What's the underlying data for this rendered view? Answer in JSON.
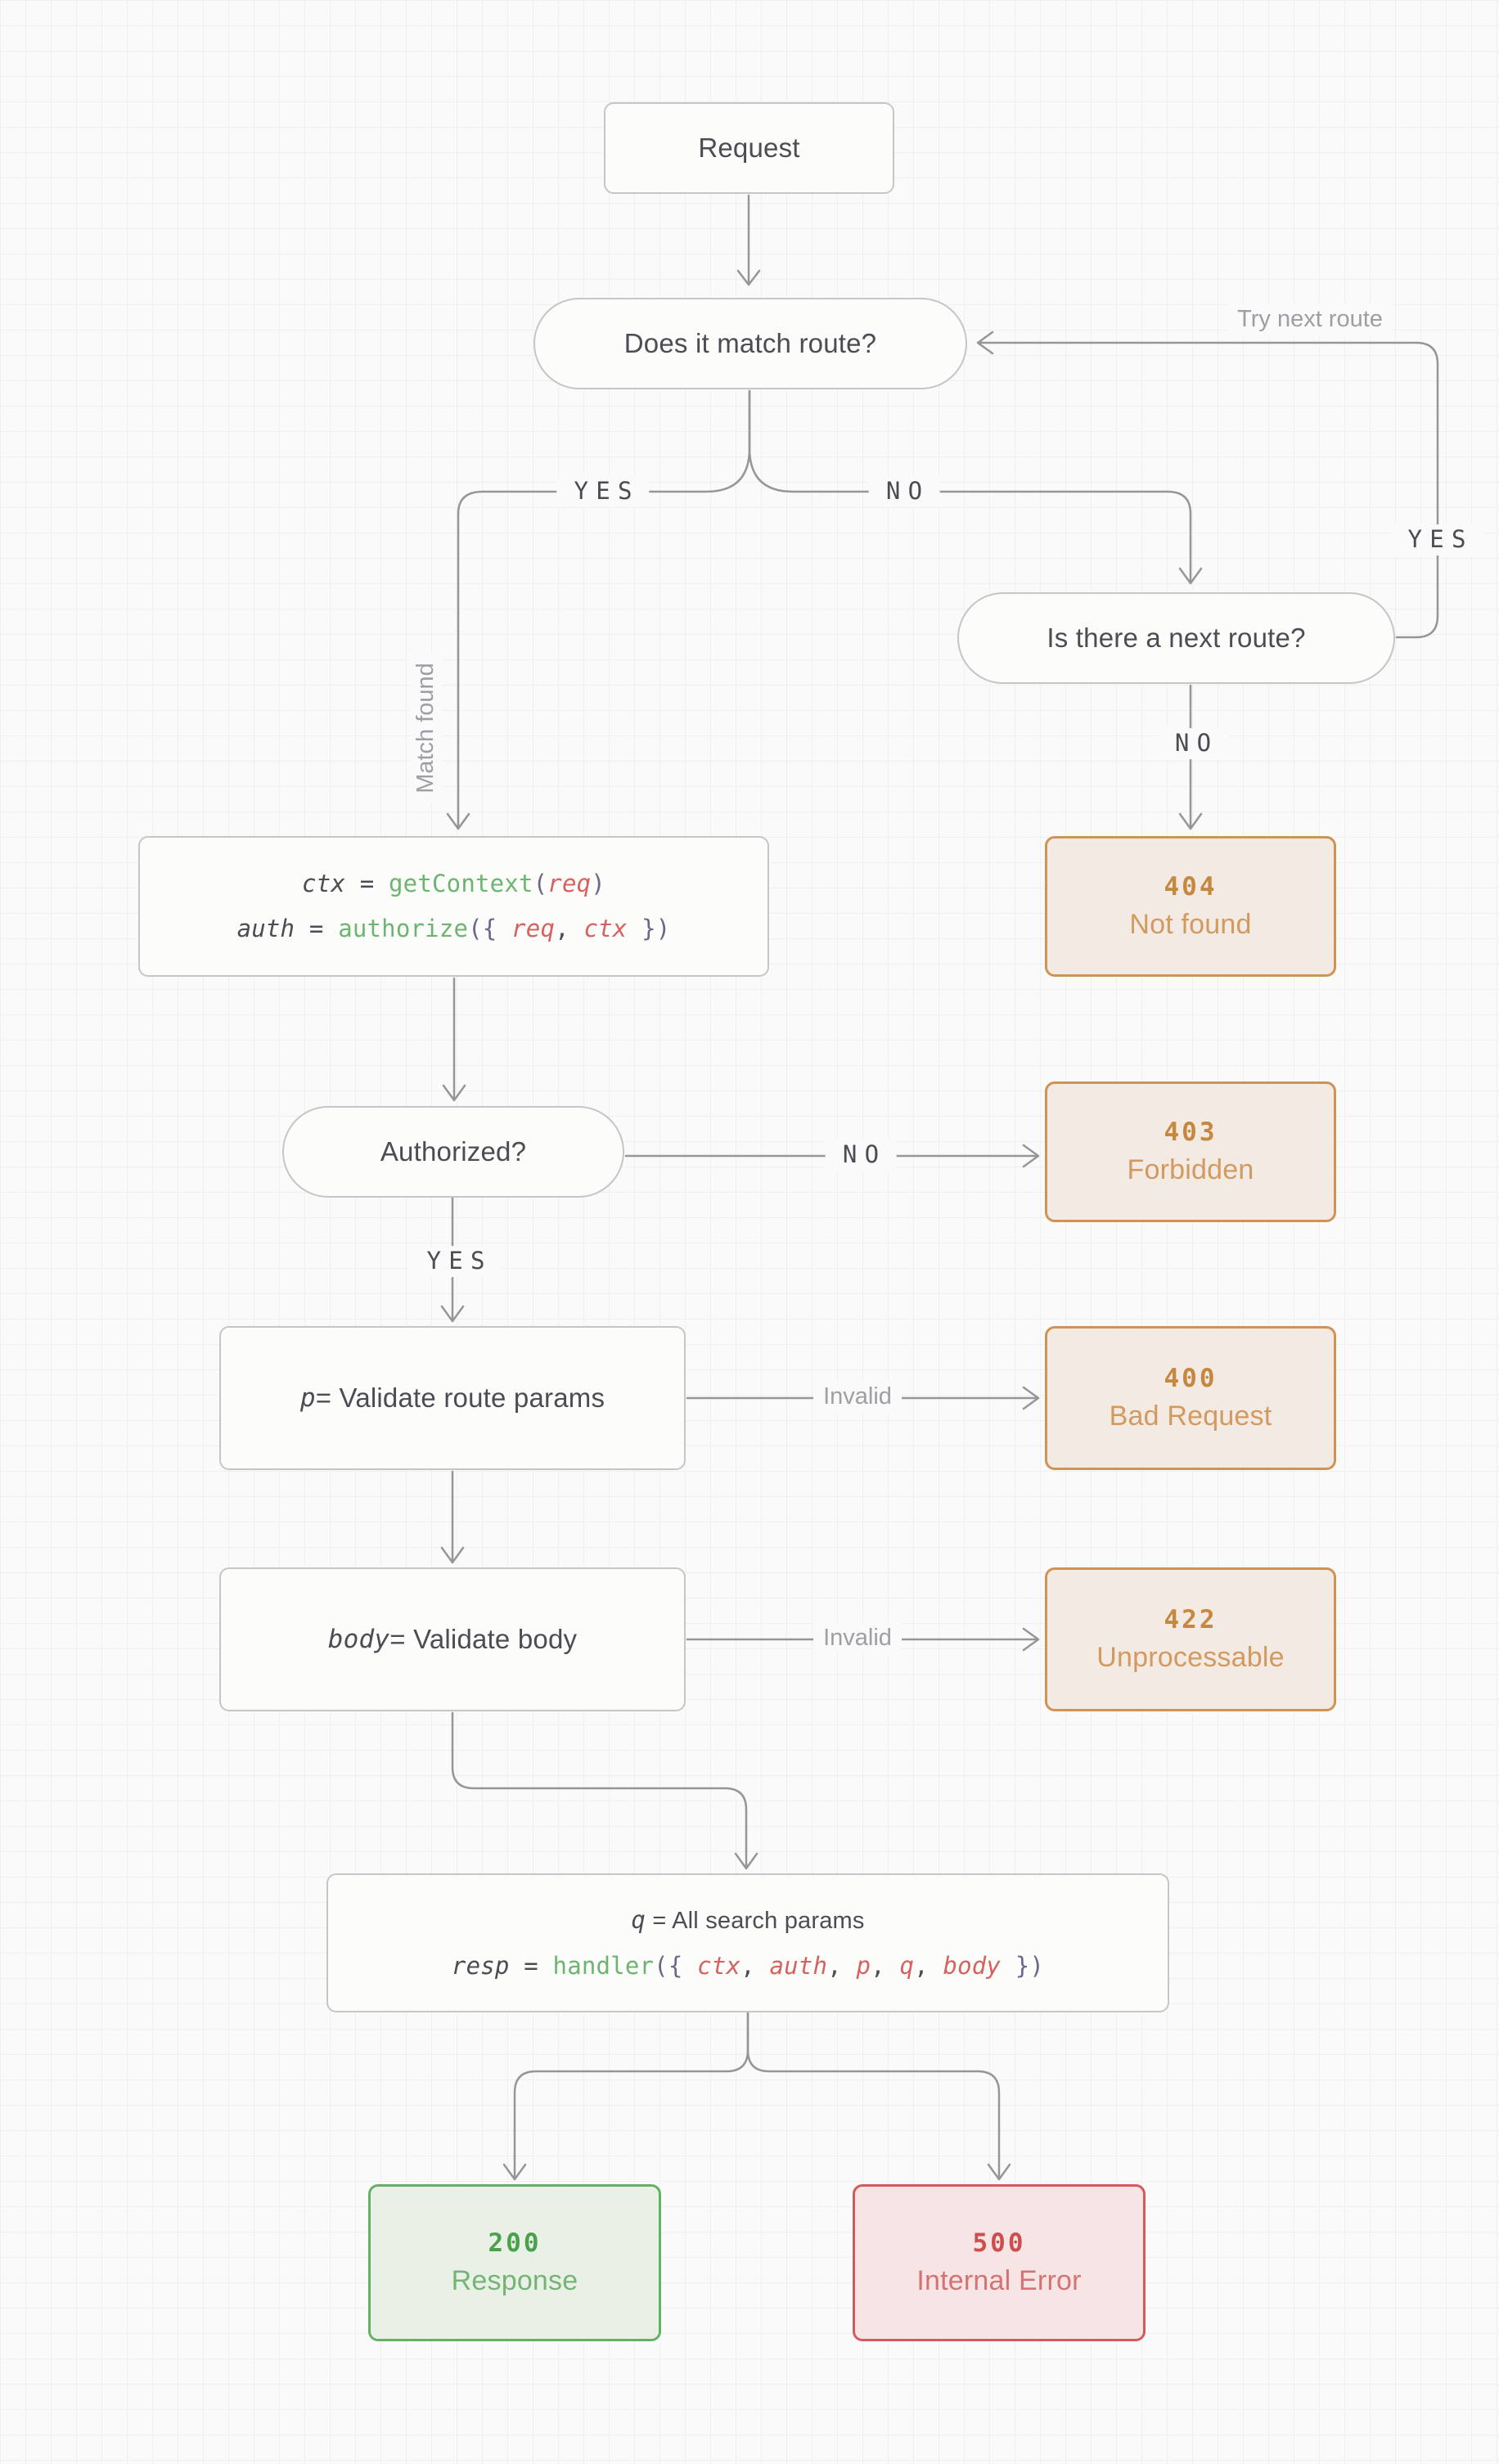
{
  "colors": {
    "background": "#fafafa",
    "grid_line": "#f0f0f2",
    "connector": "#96969a",
    "node_border": "#c6c6c8",
    "node_text": "#4c4c54",
    "code_function_green": "#6db471",
    "code_argument_red": "#d5625f",
    "code_punctuation_purple": "#68688a",
    "status_orange_border": "#cf9356",
    "status_orange_fill": "#f3eae4",
    "status_green_border": "#65b163",
    "status_green_fill": "#e9f1e6",
    "status_red_border": "#d45b5b",
    "status_red_fill": "#f7e5e5",
    "edge_label_gray": "#9e9ea4"
  },
  "nodes": {
    "request": {
      "label": "Request"
    },
    "match_route": {
      "label": "Does it match route?"
    },
    "next_route": {
      "label": "Is there a next route?"
    },
    "context": {
      "line1": [
        {
          "t": "ctx",
          "c": "tk-var"
        },
        {
          "t": " = ",
          "c": "tk-plain"
        },
        {
          "t": "getContext",
          "c": "tk-fn"
        },
        {
          "t": "(",
          "c": "tk-punct"
        },
        {
          "t": "req",
          "c": "tk-arg"
        },
        {
          "t": ")",
          "c": "tk-punct"
        }
      ],
      "line2": [
        {
          "t": "auth",
          "c": "tk-var"
        },
        {
          "t": " = ",
          "c": "tk-plain"
        },
        {
          "t": "authorize",
          "c": "tk-fn"
        },
        {
          "t": "({ ",
          "c": "tk-punct"
        },
        {
          "t": "req",
          "c": "tk-arg"
        },
        {
          "t": ", ",
          "c": "tk-plain"
        },
        {
          "t": "ctx",
          "c": "tk-arg"
        },
        {
          "t": " })",
          "c": "tk-punct"
        }
      ]
    },
    "authorized": {
      "label": "Authorized?"
    },
    "validate_params": {
      "var": "p",
      "rest": " = Validate route params"
    },
    "validate_body": {
      "var": "body",
      "rest": " = Validate body"
    },
    "handler": {
      "line1_var": "q",
      "line1_rest": " = All search params",
      "line2": [
        {
          "t": "resp",
          "c": "tk-var"
        },
        {
          "t": " = ",
          "c": "tk-plain"
        },
        {
          "t": "handler",
          "c": "tk-fn"
        },
        {
          "t": "({ ",
          "c": "tk-punct"
        },
        {
          "t": "ctx",
          "c": "tk-arg"
        },
        {
          "t": ", ",
          "c": "tk-plain"
        },
        {
          "t": "auth",
          "c": "tk-arg"
        },
        {
          "t": ", ",
          "c": "tk-plain"
        },
        {
          "t": "p",
          "c": "tk-arg"
        },
        {
          "t": ", ",
          "c": "tk-plain"
        },
        {
          "t": "q",
          "c": "tk-arg"
        },
        {
          "t": ", ",
          "c": "tk-plain"
        },
        {
          "t": "body",
          "c": "tk-arg"
        },
        {
          "t": " })",
          "c": "tk-punct"
        }
      ]
    },
    "status_404": {
      "code": "404",
      "label": "Not found"
    },
    "status_403": {
      "code": "403",
      "label": "Forbidden"
    },
    "status_400": {
      "code": "400",
      "label": "Bad Request"
    },
    "status_422": {
      "code": "422",
      "label": "Unprocessable"
    },
    "status_200": {
      "code": "200",
      "label": "Response"
    },
    "status_500": {
      "code": "500",
      "label": "Internal Error"
    }
  },
  "edge_labels": {
    "match_yes": "YES",
    "match_no": "NO",
    "match_found": "Match found",
    "try_next_route": "Try next route",
    "next_route_yes": "YES",
    "next_route_no": "NO",
    "authorized_no": "NO",
    "authorized_yes": "YES",
    "params_invalid": "Invalid",
    "body_invalid": "Invalid"
  }
}
